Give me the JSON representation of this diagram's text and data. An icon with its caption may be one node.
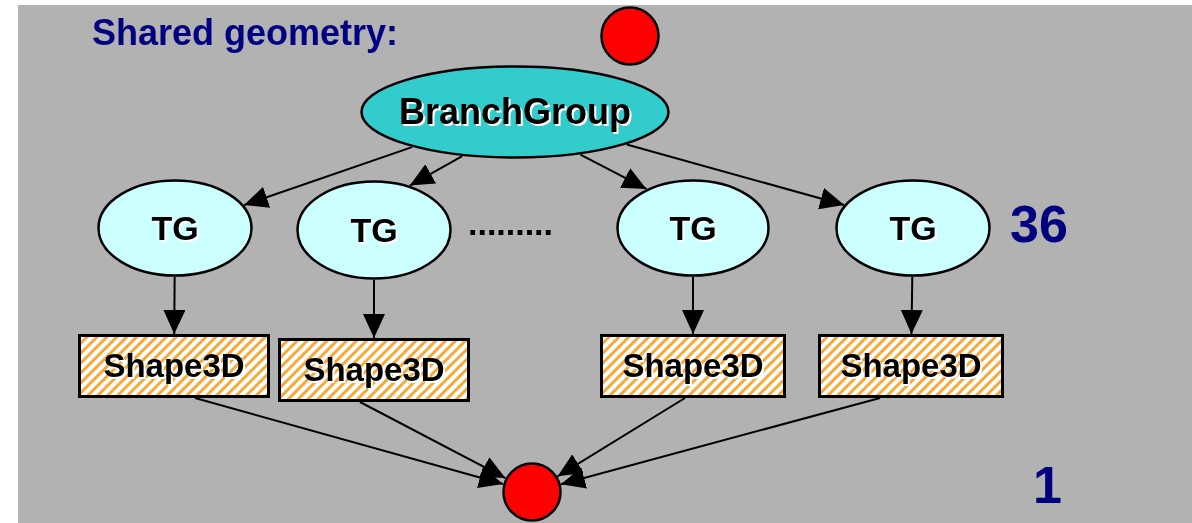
{
  "diagram": {
    "nodes": [
      {
        "text": [],
        "shape": "circle"
      },
      {
        "text": [
          "BranchGroup"
        ]
      },
      {
        "text": [
          "TG"
        ]
      },
      {
        "text": [
          "TG"
        ]
      },
      {
        "text": [
          "TG"
        ]
      },
      {
        "text": [
          "TG"
        ]
      },
      {
        "text": [
          "Shape3D"
        ]
      },
      {
        "text": [
          "Shape3D"
        ]
      },
      {
        "text": [
          "Shape3D"
        ]
      },
      {
        "text": [
          "Shape3D"
        ]
      },
      {
        "text": [],
        "shape": "circle"
      }
    ],
    "edges": [
      {
        "from": 1,
        "to": 2,
        "arrow": "to"
      },
      {
        "from": 1,
        "to": 3,
        "arrow": "to"
      },
      {
        "from": 1,
        "to": 4,
        "arrow": "to"
      },
      {
        "from": 1,
        "to": 5,
        "arrow": "to"
      },
      {
        "from": 2,
        "to": 6,
        "arrow": "to"
      },
      {
        "from": 3,
        "to": 7,
        "arrow": "to"
      },
      {
        "from": 4,
        "to": 8,
        "arrow": "to"
      },
      {
        "from": 5,
        "to": 9,
        "arrow": "to"
      },
      {
        "from": 6,
        "to": 10,
        "arrow": "to"
      },
      {
        "from": 7,
        "to": 10,
        "arrow": "to"
      },
      {
        "from": 8,
        "to": 10,
        "arrow": "to"
      },
      {
        "from": 9,
        "to": 10,
        "arrow": "to"
      }
    ],
    "labels": [
      "Shared geometry:",
      ".........",
      "36",
      "1"
    ]
  }
}
